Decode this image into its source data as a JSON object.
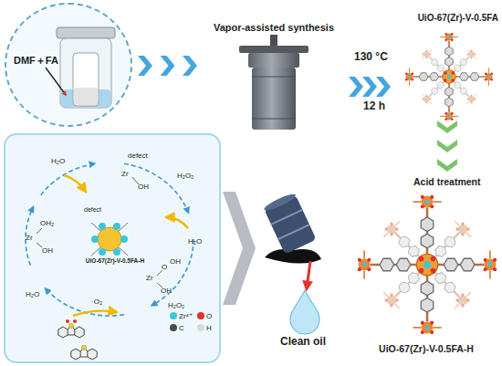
{
  "diagram": {
    "nodes": [
      {
        "text": [
          "DMF＋FA"
        ]
      },
      {
        "text": [
          "Vapor-assisted synthesis"
        ]
      },
      {
        "text": [
          "UiO-67(Zr)-V-0.5FA"
        ]
      },
      {
        "text": [
          "UiO-67(Zr)-V-0.5FA-H"
        ]
      },
      {
        "text": [
          "Clean oil"
        ]
      },
      {
        "text": [
          "UiO-67(Zr)-V-0.5FA-H"
        ]
      }
    ],
    "edges": [
      {
        "from": 0,
        "to": 1,
        "arrow": "to"
      },
      {
        "from": 1,
        "to": 2,
        "arrow": "to"
      },
      {
        "from": 2,
        "to": 5,
        "arrow": "to",
        "label": "Acid treatment"
      },
      {
        "from": 3,
        "to": 4,
        "arrow": "to"
      }
    ],
    "labels": [
      "130 °C",
      "12 h",
      "H₂O",
      "defect",
      "Zr",
      "OH",
      "H₂O₂",
      "defect",
      "Zr",
      "OH₂",
      "OH",
      "H₂O",
      "Zr",
      "O",
      "OH",
      "OH",
      "H₂O₂",
      "H₂O",
      "·O₂"
    ],
    "legend": [
      {
        "text": "Zr⁴⁺",
        "color": "#3cc6dc"
      },
      {
        "text": "O",
        "color": "#e0312b"
      },
      {
        "text": "C",
        "color": "#4a4a4a"
      },
      {
        "text": "H",
        "color": "#d9d9d9"
      }
    ]
  }
}
